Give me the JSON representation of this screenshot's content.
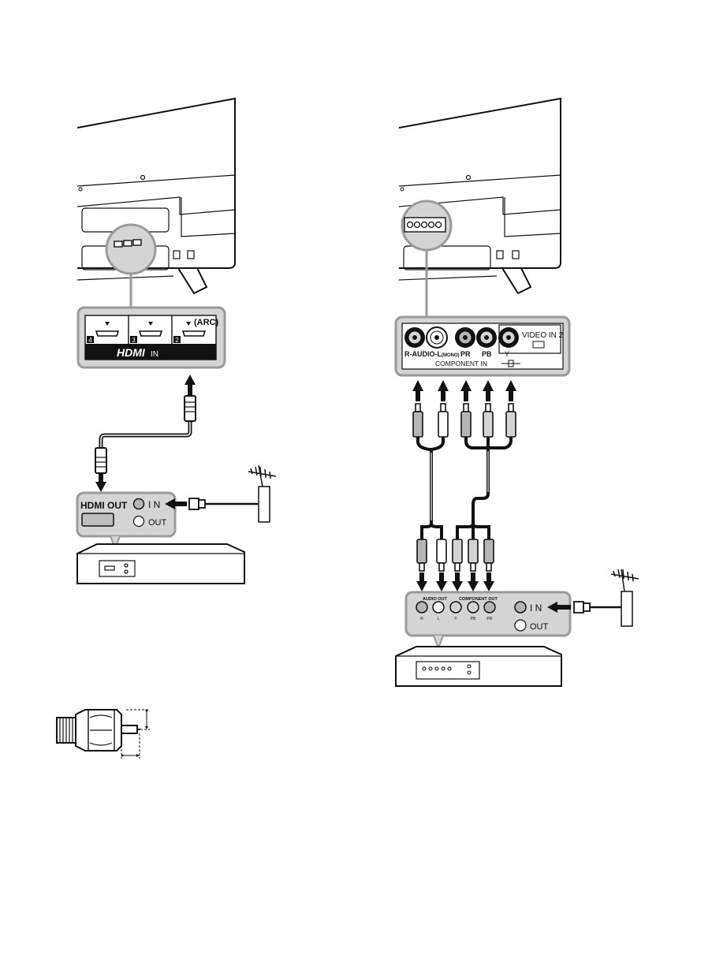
{
  "colors": {
    "ink": "#111111",
    "panel_gray": "#d4d4d4",
    "panel_border": "#9a9a9a",
    "port_gray": "#b5b5b5"
  },
  "left_setup": {
    "tv_panel": {
      "ports": [
        "4",
        "3",
        "2"
      ],
      "arc_label": "(ARC)",
      "hdmi_logo": "HDMI",
      "in_label": "IN"
    },
    "device_panel": {
      "hdmi_out_label": "HDMI OUT",
      "in_label": "I N",
      "out_label": "OUT"
    }
  },
  "right_setup": {
    "tv_panel": {
      "audio_label": "R-AUDIO-L",
      "mono_label": "(MONO)",
      "pr_label": "PR",
      "pb_label": "PB",
      "y_label": "Y",
      "video_in_label": "VIDEO IN 2",
      "component_in_label": "COMPONENT IN"
    },
    "device_panel": {
      "audio_out_label": "AUDIO OUT",
      "component_out_label": "COMPONENT OUT",
      "jacks": [
        "R",
        "L",
        "Y",
        "PB",
        "PR"
      ],
      "in_label": "I N",
      "out_label": "OUT"
    }
  }
}
